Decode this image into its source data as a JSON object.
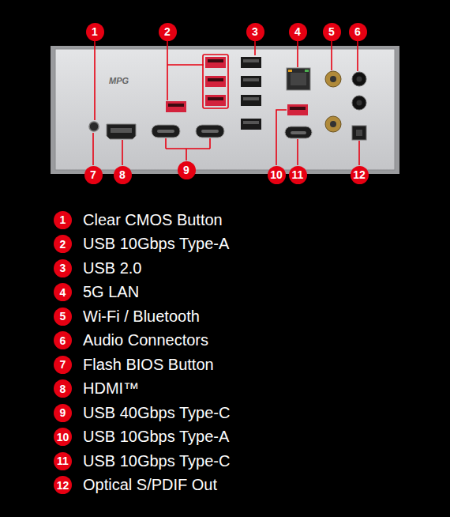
{
  "diagram": {
    "nodes": [
      {
        "text": [
          "1"
        ]
      },
      {
        "text": [
          "2"
        ]
      },
      {
        "text": [
          "3"
        ]
      },
      {
        "text": [
          "4"
        ]
      },
      {
        "text": [
          "5"
        ]
      },
      {
        "text": [
          "6"
        ]
      },
      {
        "text": [
          "7"
        ]
      },
      {
        "text": [
          "8"
        ]
      },
      {
        "text": [
          "9"
        ]
      },
      {
        "text": [
          "10"
        ]
      },
      {
        "text": [
          "11"
        ]
      },
      {
        "text": [
          "12"
        ]
      },
      {
        "text": [
          "1",
          "Clear CMOS Button"
        ]
      },
      {
        "text": [
          "2",
          "USB 10Gbps Type-A"
        ]
      },
      {
        "text": [
          "3",
          "USB 2.0"
        ]
      },
      {
        "text": [
          "4",
          "5G LAN"
        ]
      },
      {
        "text": [
          "5",
          "Wi-Fi / Bluetooth"
        ]
      },
      {
        "text": [
          "6",
          "Audio Connectors"
        ]
      },
      {
        "text": [
          "7",
          "Flash BIOS Button"
        ]
      },
      {
        "text": [
          "8",
          "HDMI™"
        ]
      },
      {
        "text": [
          "9",
          "USB 40Gbps Type-C"
        ]
      },
      {
        "text": [
          "10",
          "USB 10Gbps Type-A"
        ]
      },
      {
        "text": [
          "11",
          "USB 10Gbps Type-C"
        ]
      },
      {
        "text": [
          "12",
          "Optical S/PDIF Out"
        ]
      }
    ],
    "labels": [
      "MPG"
    ]
  }
}
